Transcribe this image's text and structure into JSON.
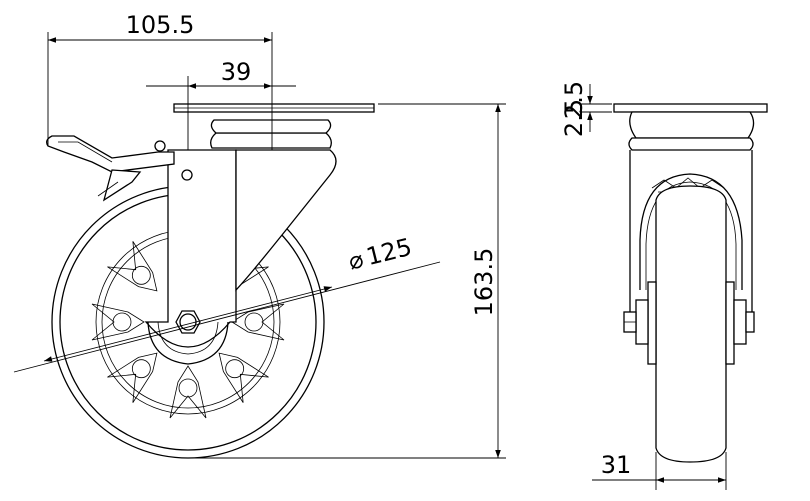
{
  "dimensions": {
    "overall_width": "105.5",
    "offset": "39",
    "wheel_diameter": "125",
    "overall_height": "163.5",
    "plate_thickness_top": "2.5",
    "plate_thickness_bottom": "2.5",
    "wheel_width": "31"
  },
  "symbols": {
    "diameter": "⌀"
  }
}
